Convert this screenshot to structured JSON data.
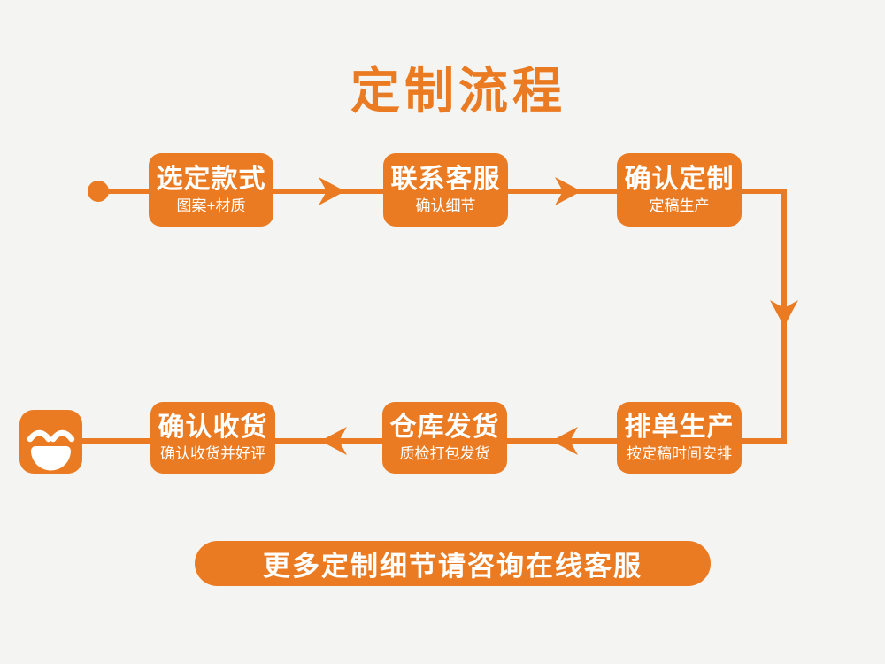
{
  "title": "定制流程",
  "colors": {
    "accent": "#EB7B22",
    "background": "#F4F4F2",
    "text_on_accent": "#FFFFFF"
  },
  "flow": {
    "steps": [
      {
        "label": "选定款式",
        "sublabel": "图案+材质"
      },
      {
        "label": "联系客服",
        "sublabel": "确认细节"
      },
      {
        "label": "确认定制",
        "sublabel": "定稿生产"
      },
      {
        "label": "排单生产",
        "sublabel": "按定稿时间安排"
      },
      {
        "label": "仓库发货",
        "sublabel": "质检打包发货"
      },
      {
        "label": "确认收货",
        "sublabel": "确认收货并好评"
      }
    ],
    "start_marker": "dot",
    "end_marker": "smiley-face"
  },
  "footer": {
    "banner_label": "更多定制细节请咨询在线客服"
  }
}
